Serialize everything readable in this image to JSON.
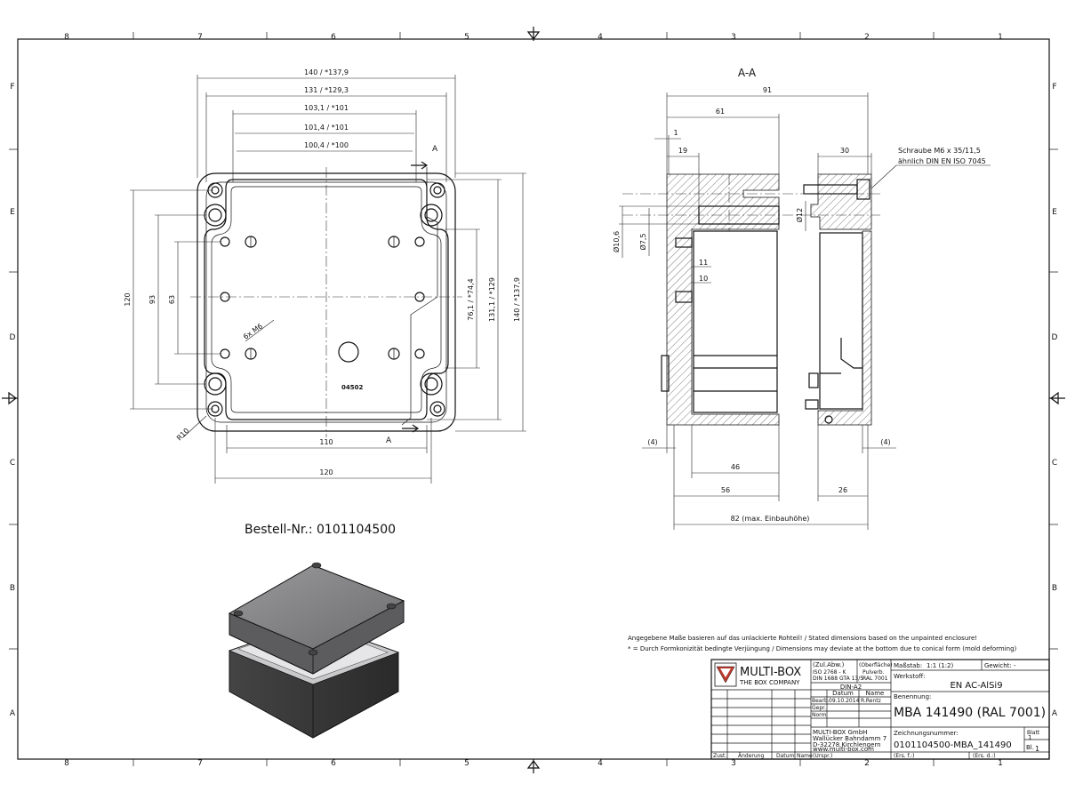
{
  "grid": {
    "cols": [
      "8",
      "7",
      "6",
      "5",
      "4",
      "3",
      "2",
      "1"
    ],
    "rows": [
      "F",
      "E",
      "D",
      "C",
      "B",
      "A"
    ]
  },
  "top_view": {
    "dims_h": [
      "140 / *137,9",
      "131 / *129,3",
      "103,1 / *101",
      "101,4 / *101",
      "100,4 / *100"
    ],
    "dims_v_left": [
      "120",
      "93",
      "63"
    ],
    "dims_v_right": [
      "76,1 / *74,4",
      "131,1 / *129",
      "140 / *137,9"
    ],
    "dims_bottom": [
      "110",
      "120"
    ],
    "label_screws": "6x M6",
    "label_radius": "R10",
    "label_part": "04502",
    "section_mark": "A"
  },
  "section_view": {
    "title": "A-A",
    "dims_top": [
      "91",
      "61",
      "1",
      "19",
      "30"
    ],
    "dims_left": [
      "Ø10,6",
      "Ø7,5"
    ],
    "dims_inner": [
      "Ø12",
      "11",
      "10"
    ],
    "dims_bottom": [
      "(4)",
      "(4)",
      "46",
      "56",
      "26",
      "82 (max. Einbauhöhe)"
    ],
    "screw_note_1": "Schraube M6 x 35/11,5",
    "screw_note_2": "ähnlich DIN EN ISO 7045"
  },
  "order_number": "Bestell-Nr.: 0101104500",
  "notes": [
    "Angegebene Maße basieren auf das unlackierte Rohteil! / Stated dimensions based on the unpainted enclosure!",
    "* = Durch Formkonizität bedingte Verjüngung / Dimensions may deviate at the bottom due to conical form (mold deforming)"
  ],
  "title_block": {
    "company": "MULTI-BOX",
    "tagline": "THE BOX COMPANY",
    "zul_abw": "(Zul.Abw.)",
    "tol_1": "ISO 2768 - K",
    "tol_2": "DIN 1688 GTA 13/5",
    "surface": "(Oberfläche)",
    "surface_1": "Pulverb.",
    "surface_2": "RAL 7001",
    "format": "DIN-A2",
    "datum": "Datum",
    "name": "Name",
    "bearb": "Bearb.",
    "bearb_date": "09.10.2014",
    "bearb_name": "R.Rentz",
    "gepr": "Gepr.",
    "norm": "Norm",
    "massstab_label": "Maßstab:",
    "massstab": "1:1  (1:2)",
    "gewicht": "Gewicht: -",
    "werkstoff_label": "Werkstoff:",
    "werkstoff": "EN AC-AlSi9",
    "benennung_label": "Benennung:",
    "benennung": "MBA 141490 (RAL 7001)",
    "addr_1": "MULTI-BOX GmbH",
    "addr_2": "Wallücker Bahndamm 7",
    "addr_3": "D-32278 Kirchlengern",
    "addr_4": "www.multi-box.com",
    "zeichnr_label": "Zeichnungsnummer:",
    "zeichnr": "0101104500-MBA_141490",
    "blatt": "Blatt",
    "blatt_val": "1",
    "bl": "Bl.",
    "bl_val": "1",
    "zust": "Zust.",
    "aenderung": "Änderung",
    "datum2": "Datum",
    "name2": "Name",
    "urspr": "(Urspr.)",
    "ers_f": "(Ers. f.:)",
    "ers_d": "(Ers. d.:)"
  }
}
